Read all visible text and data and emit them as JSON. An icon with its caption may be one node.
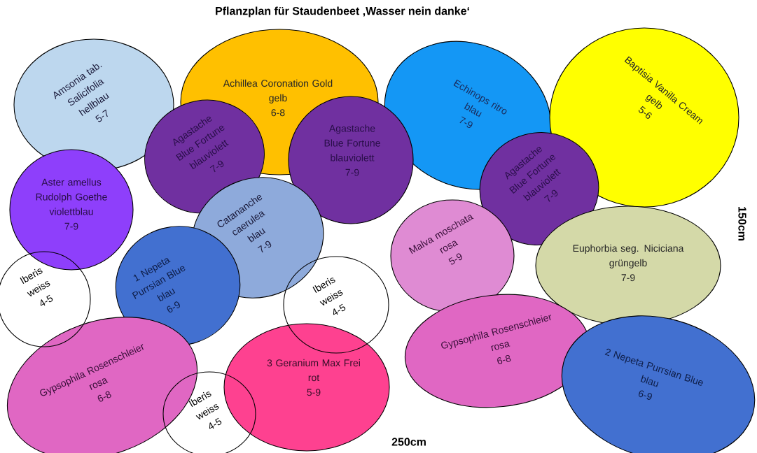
{
  "diagram": {
    "title": "Pflanzplan für Staudenbeet ‚Wasser nein danke‘",
    "nodes": [
      {
        "text": [
          "Amsonia tab. Salicifolia",
          "hellblau",
          "5-7"
        ]
      },
      {
        "text": [
          "Achillea Coronation Gold",
          "gelb",
          "6-8"
        ]
      },
      {
        "text": [
          "Echinops ritro",
          "blau",
          "7-9"
        ]
      },
      {
        "text": [
          "Baptisia Vanilla Cream",
          "gelb",
          "5-6"
        ]
      },
      {
        "text": [
          "Agastache Blue Fortune",
          "blauviolett",
          "7-9"
        ]
      },
      {
        "text": [
          "Agastache Blue Fortune",
          "blauviolett",
          "7-9"
        ]
      },
      {
        "text": [
          "Agastache Blue Fortune",
          "blauviolett",
          "7-9"
        ]
      },
      {
        "text": [
          "Aster amellus",
          "Rudolph Goethe",
          "violettblau",
          "7-9"
        ]
      },
      {
        "text": [
          "Catananche caerulea",
          "blau",
          "7-9"
        ]
      },
      {
        "text": [
          "Malva moschata",
          "rosa",
          "5-9"
        ]
      },
      {
        "text": [
          "Euphorbia seg. Niciciana",
          "grüngelb",
          "7-9"
        ]
      },
      {
        "text": [
          "Iberis",
          "weiss",
          "4-5"
        ]
      },
      {
        "text": [
          "1 Nepeta Purrsian Blue",
          "blau",
          "6-9"
        ]
      },
      {
        "text": [
          "Iberis",
          "weiss",
          "4-5"
        ]
      },
      {
        "text": [
          "Gypsophila Rosenschleier",
          "rosa",
          "6-8"
        ]
      },
      {
        "text": [
          "3 Geranium Max Frei",
          "rot",
          "5-9"
        ]
      },
      {
        "text": [
          "Iberis",
          "weiss",
          "4-5"
        ]
      },
      {
        "text": [
          "Gypsophila Rosenschleier",
          "rosa",
          "6-8"
        ]
      },
      {
        "text": [
          "2 Nepeta Purrsian Blue",
          "blau",
          "6-9"
        ]
      }
    ],
    "labels": [
      "150cm",
      "250cm"
    ]
  }
}
